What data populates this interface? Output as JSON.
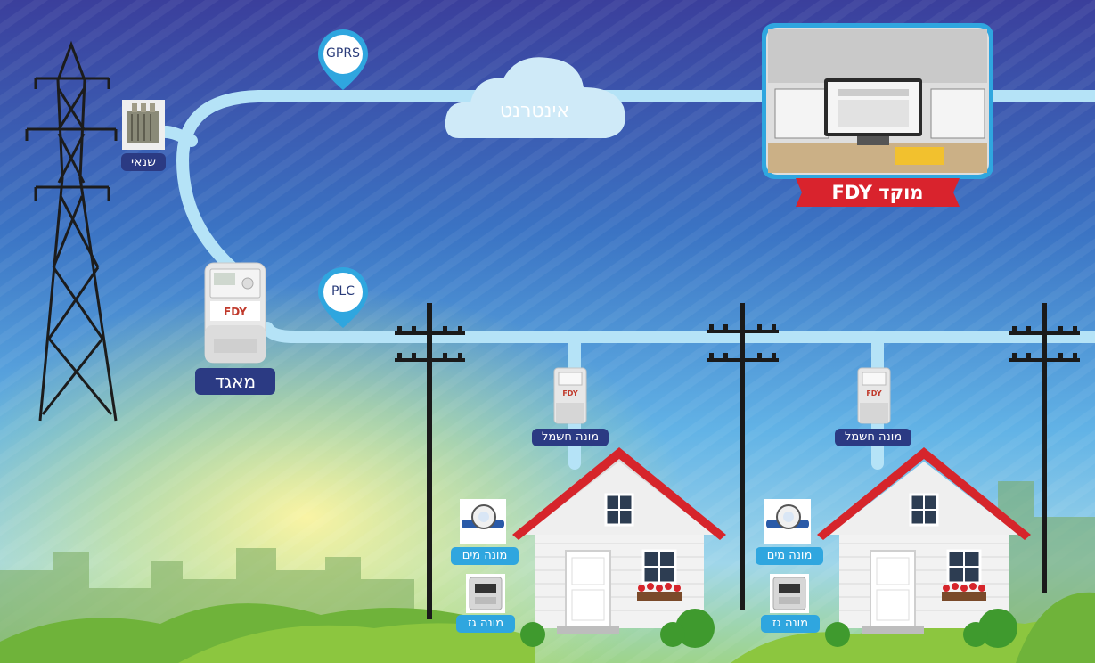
{
  "labels": {
    "gprs": "GPRS",
    "plc": "PLC",
    "internet": "אינטרנט",
    "transformer": "שנאי",
    "concentrator": "מאגד",
    "control_center": "מוקד FDY",
    "meter_brand": "FDY",
    "electric_meter": "מונה חשמל",
    "water_meter": "מונה מים",
    "gas_meter": "מונה גז"
  },
  "colors": {
    "line": "#b5e3f7",
    "navy_label": "#2b3a83",
    "sky_label": "#2fa6df",
    "ribbon": "#d9232d",
    "roof": "#d6252b"
  },
  "icons": [
    "power-tower-icon",
    "transformer-icon",
    "utility-pole-icon",
    "cloud-icon",
    "house-icon",
    "map-pin-icon",
    "monitor-icon",
    "electric-meter-icon",
    "water-meter-icon",
    "gas-meter-icon"
  ]
}
